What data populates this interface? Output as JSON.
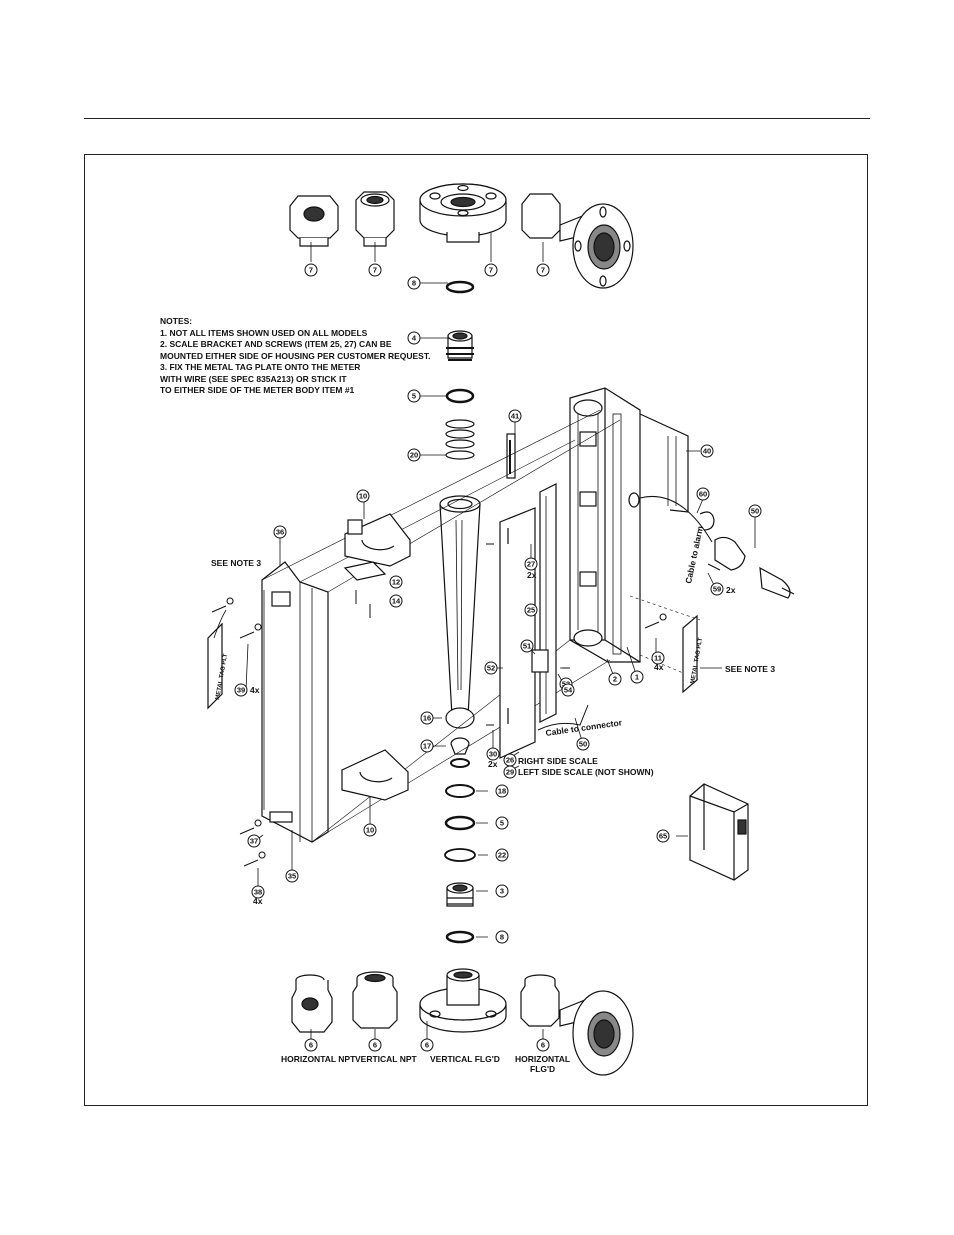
{
  "notes": {
    "heading": "NOTES:",
    "lines": [
      "1. NOT ALL ITEMS SHOWN USED ON ALL MODELS",
      "2. SCALE BRACKET AND SCREWS (ITEM 25, 27) CAN BE",
      "MOUNTED EITHER SIDE OF HOUSING PER CUSTOMER REQUEST.",
      "3. FIX THE METAL TAG PLATE ONTO THE METER",
      "WITH WIRE (SEE SPEC 835A213) OR STICK IT",
      "TO EITHER SIDE OF THE METER BODY ITEM #1"
    ]
  },
  "callouts": [
    "7",
    "7",
    "7",
    "7",
    "8",
    "4",
    "5",
    "41",
    "40",
    "20",
    "10",
    "60",
    "50",
    "36",
    "27",
    "12",
    "14",
    "25",
    "59",
    "51",
    "52",
    "53",
    "54",
    "2",
    "1",
    "11",
    "39",
    "16",
    "17",
    "30",
    "50",
    "26",
    "29",
    "10",
    "18",
    "5",
    "22",
    "37",
    "35",
    "38",
    "3",
    "8",
    "6",
    "6",
    "6",
    "6",
    "65"
  ],
  "text_labels": {
    "see_note_left": "SEE NOTE 3",
    "see_note_right": "SEE NOTE 3",
    "metal_tag_left": "METAL TAG PLT",
    "metal_tag_right": "METAL TAG PLT",
    "qty_39": "4x",
    "qty_27": "2x",
    "qty_59": "2x",
    "qty_11": "4x",
    "qty_30": "2x",
    "qty_38": "4x",
    "cable_alarm": "Cable to alarm",
    "cable_connector": "Cable to connector",
    "right_side_scale": "RIGHT SIDE SCALE",
    "left_side_scale": "LEFT SIDE SCALE (NOT SHOWN)",
    "horizontal_npt": "HORIZONTAL NPT",
    "vertical_npt": "VERTICAL NPT",
    "vertical_flgd": "VERTICAL FLG'D",
    "horizontal_flgd_1": "HORIZONTAL",
    "horizontal_flgd_2": "FLG'D"
  }
}
